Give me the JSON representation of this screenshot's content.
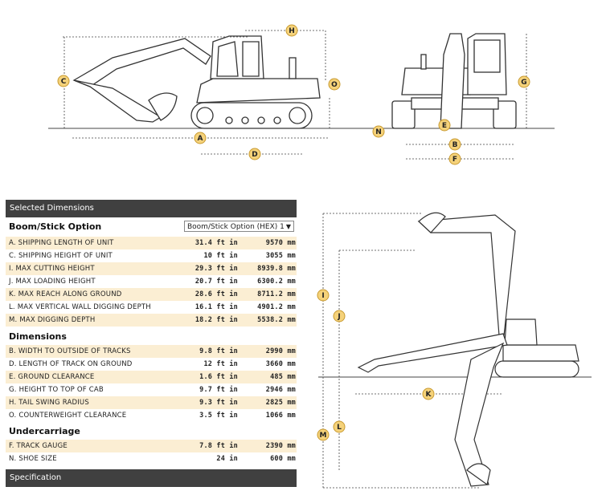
{
  "diagram": {
    "top_labels": [
      "H",
      "C",
      "O",
      "A",
      "D",
      "G",
      "N",
      "E",
      "B",
      "F"
    ],
    "side_labels": [
      "I",
      "J",
      "K",
      "L",
      "M"
    ],
    "badge_color": "#f5d27a"
  },
  "panel": {
    "header": "Selected Dimensions",
    "footer": "Specification",
    "boom_section": "Boom/Stick Option",
    "boom_select": "Boom/Stick Option (HEX) 1",
    "dimensions_section": "Dimensions",
    "undercarriage_section": "Undercarriage",
    "boom_rows": [
      {
        "label": "A. Shipping length of unit",
        "ft": "31.4 ft in",
        "mm": "9570 mm"
      },
      {
        "label": "C. Shipping height of unit",
        "ft": "10 ft in",
        "mm": "3055 mm"
      },
      {
        "label": "I. Max cutting height",
        "ft": "29.3 ft in",
        "mm": "8939.8 mm"
      },
      {
        "label": "J. Max loading height",
        "ft": "20.7 ft in",
        "mm": "6300.2 mm"
      },
      {
        "label": "K. Max reach along ground",
        "ft": "28.6 ft in",
        "mm": "8711.2 mm"
      },
      {
        "label": "L. Max vertical wall digging depth",
        "ft": "16.1 ft in",
        "mm": "4901.2 mm"
      },
      {
        "label": "M. Max digging depth",
        "ft": "18.2 ft in",
        "mm": "5538.2 mm"
      }
    ],
    "dim_rows": [
      {
        "label": "B. Width to outside of tracks",
        "ft": "9.8 ft in",
        "mm": "2990 mm"
      },
      {
        "label": "D. Length of track on ground",
        "ft": "12 ft in",
        "mm": "3660 mm"
      },
      {
        "label": "E. Ground clearance",
        "ft": "1.6 ft in",
        "mm": "485 mm"
      },
      {
        "label": "G. Height to top of cab",
        "ft": "9.7 ft in",
        "mm": "2946 mm"
      },
      {
        "label": "H. Tail swing radius",
        "ft": "9.3 ft in",
        "mm": "2825 mm"
      },
      {
        "label": "O. Counterweight clearance",
        "ft": "3.5 ft in",
        "mm": "1066 mm"
      }
    ],
    "under_rows": [
      {
        "label": "F. Track gauge",
        "ft": "7.8 ft in",
        "mm": "2390 mm"
      },
      {
        "label": "N. Shoe size",
        "ft": "24 in",
        "mm": "600 mm"
      }
    ]
  }
}
